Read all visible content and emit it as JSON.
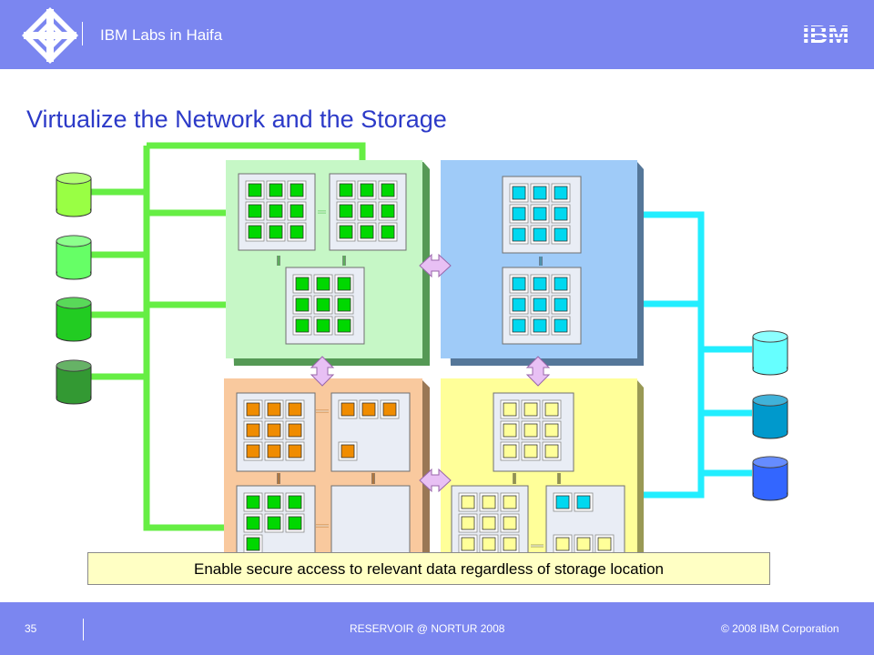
{
  "header": {
    "lab_name": "IBM Labs in Haifa",
    "brand": "IBM",
    "background_color": "#7b86f0"
  },
  "slide": {
    "title": "Virtualize the Network and the Storage",
    "caption": "Enable secure access to relevant data regardless of storage location"
  },
  "diagram": {
    "nodes": [
      {
        "id": "site-top-left",
        "color": "#c6f7c6",
        "vm_color": "#00d800"
      },
      {
        "id": "site-top-right",
        "color": "#9fcbf8",
        "vm_color": "#00d8f0"
      },
      {
        "id": "site-bottom-left",
        "color": "#f9c99e",
        "vm_color": "#f08c00"
      },
      {
        "id": "site-bottom-right",
        "color": "#ffff99",
        "vm_color": "#ffff99"
      }
    ],
    "network_colors": {
      "left": "#66ee44",
      "right": "#22eeff"
    },
    "left_storage_colors": [
      "#99ff44",
      "#66ff66",
      "#22cc22",
      "#339933"
    ],
    "right_storage_colors": [
      "#66ffff",
      "#0099cc",
      "#3366ff"
    ]
  },
  "footer": {
    "page_number": "35",
    "event": "RESERVOIR @ NORTUR  2008",
    "copyright": "© 2008 IBM Corporation"
  }
}
